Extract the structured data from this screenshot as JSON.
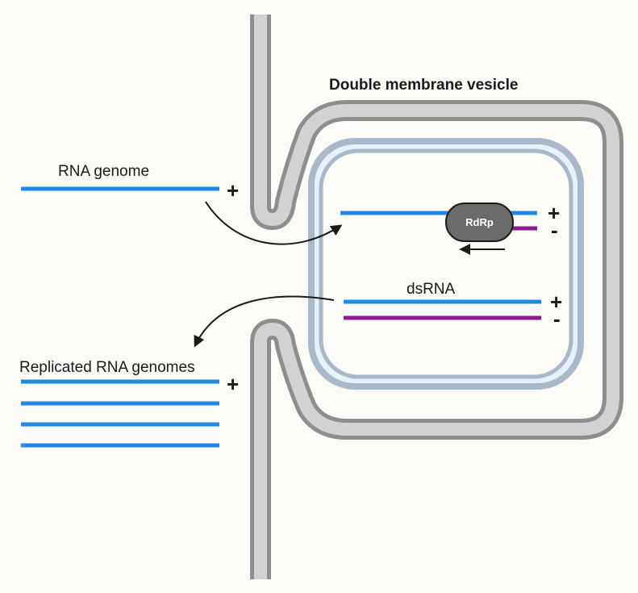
{
  "title": "Double membrane vesicle",
  "labels": {
    "rna_genome": "RNA genome",
    "replicated": "Replicated RNA genomes",
    "dsrna": "dsRNA",
    "enzyme": "RdRp"
  },
  "signs": {
    "plus": "+",
    "minus": "-"
  },
  "colors": {
    "plus_strand": "#1e88e5",
    "minus_strand": "#8e1b8e",
    "membrane_outer": "#8e8e8e",
    "membrane_fill": "#d2d2d2",
    "inner_membrane_outer": "#a9b9c9",
    "inner_membrane_fill": "#e7f1fa",
    "enzyme": "#6b6b6b"
  }
}
